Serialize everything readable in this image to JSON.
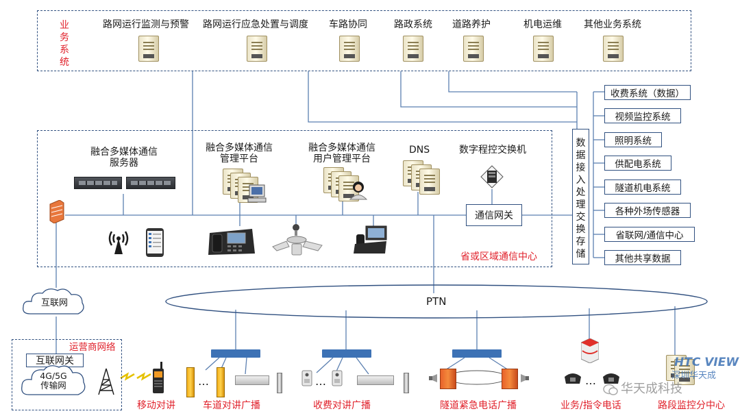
{
  "business": {
    "label": [
      "业",
      "务",
      "系",
      "统"
    ],
    "systems": [
      "路网运行监测与预警",
      "路网运行应急处置与调度",
      "车路协同",
      "路政系统",
      "道路养护",
      "机电运维",
      "其他业务系统"
    ]
  },
  "storage": {
    "label": [
      "数",
      "据",
      "接",
      "入",
      "处",
      "理",
      "交",
      "换",
      "存",
      "储"
    ],
    "items": [
      "收费系统（数据）",
      "视频监控系统",
      "照明系统",
      "供配电系统",
      "隧道机电系统",
      "各种外场传感器",
      "省联网/通信中心",
      "其他共享数据"
    ]
  },
  "center": {
    "name": "省或区域通信中心",
    "server_title": [
      "融合多媒体通信",
      "服务器"
    ],
    "mgmt_title": [
      "融合多媒体通信",
      "管理平台"
    ],
    "user_mgmt_title": [
      "融合多媒体通信",
      "用户管理平台"
    ],
    "dns": "DNS",
    "pbx": "数字程控交换机",
    "gateway": "通信网关"
  },
  "network": {
    "ptn": "PTN",
    "internet": "互联网",
    "carrier": "运营商网络",
    "internet_gateway": "互联网关",
    "mobile_net": [
      "4G/5G",
      "传输网"
    ]
  },
  "bottom": {
    "mobile_intercom": "移动对讲",
    "lane_broadcast": "车道对讲广播",
    "toll_broadcast": "收费对讲广播",
    "tunnel_broadcast": "隧道紧急电话广播",
    "command_phone": "业务/指令电话",
    "section_center": "路段监控分中心",
    "ellipsis": "…"
  },
  "watermark": {
    "brand": "HTC VIEW",
    "company": "深圳华天成",
    "channel": "华天成科技"
  },
  "colors": {
    "accent_red": "#e0202a",
    "line_blue": "#2f4f7f",
    "bar_blue": "#3d72b5"
  }
}
